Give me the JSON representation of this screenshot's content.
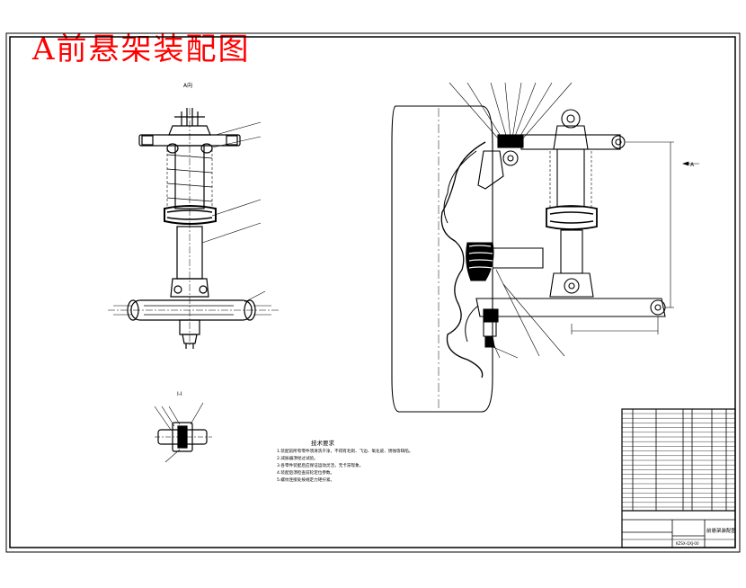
{
  "title": "A前悬架装配图",
  "views": {
    "main_view_label": "A向",
    "section_label": "I-I",
    "direction_label": "A"
  },
  "tech_requirements": {
    "heading": "技术要求",
    "lines": [
      "1.装配前所有零件须清洗干净，不得有毛刺、飞边、氧化皮、锈蚀等缺陷。",
      "2.减振器须经过试验。",
      "3.各零件装配后应保证运动灵活，无卡滞现象。",
      "4.装配后须检查前轮定位参数。",
      "5.螺纹连接处按规定力矩拧紧。"
    ]
  },
  "title_block": {
    "name": "前悬架装配图",
    "drawing_no": "KZSX-QXJ-00"
  },
  "colors": {
    "title": "#ff0000",
    "line": "#000000"
  }
}
